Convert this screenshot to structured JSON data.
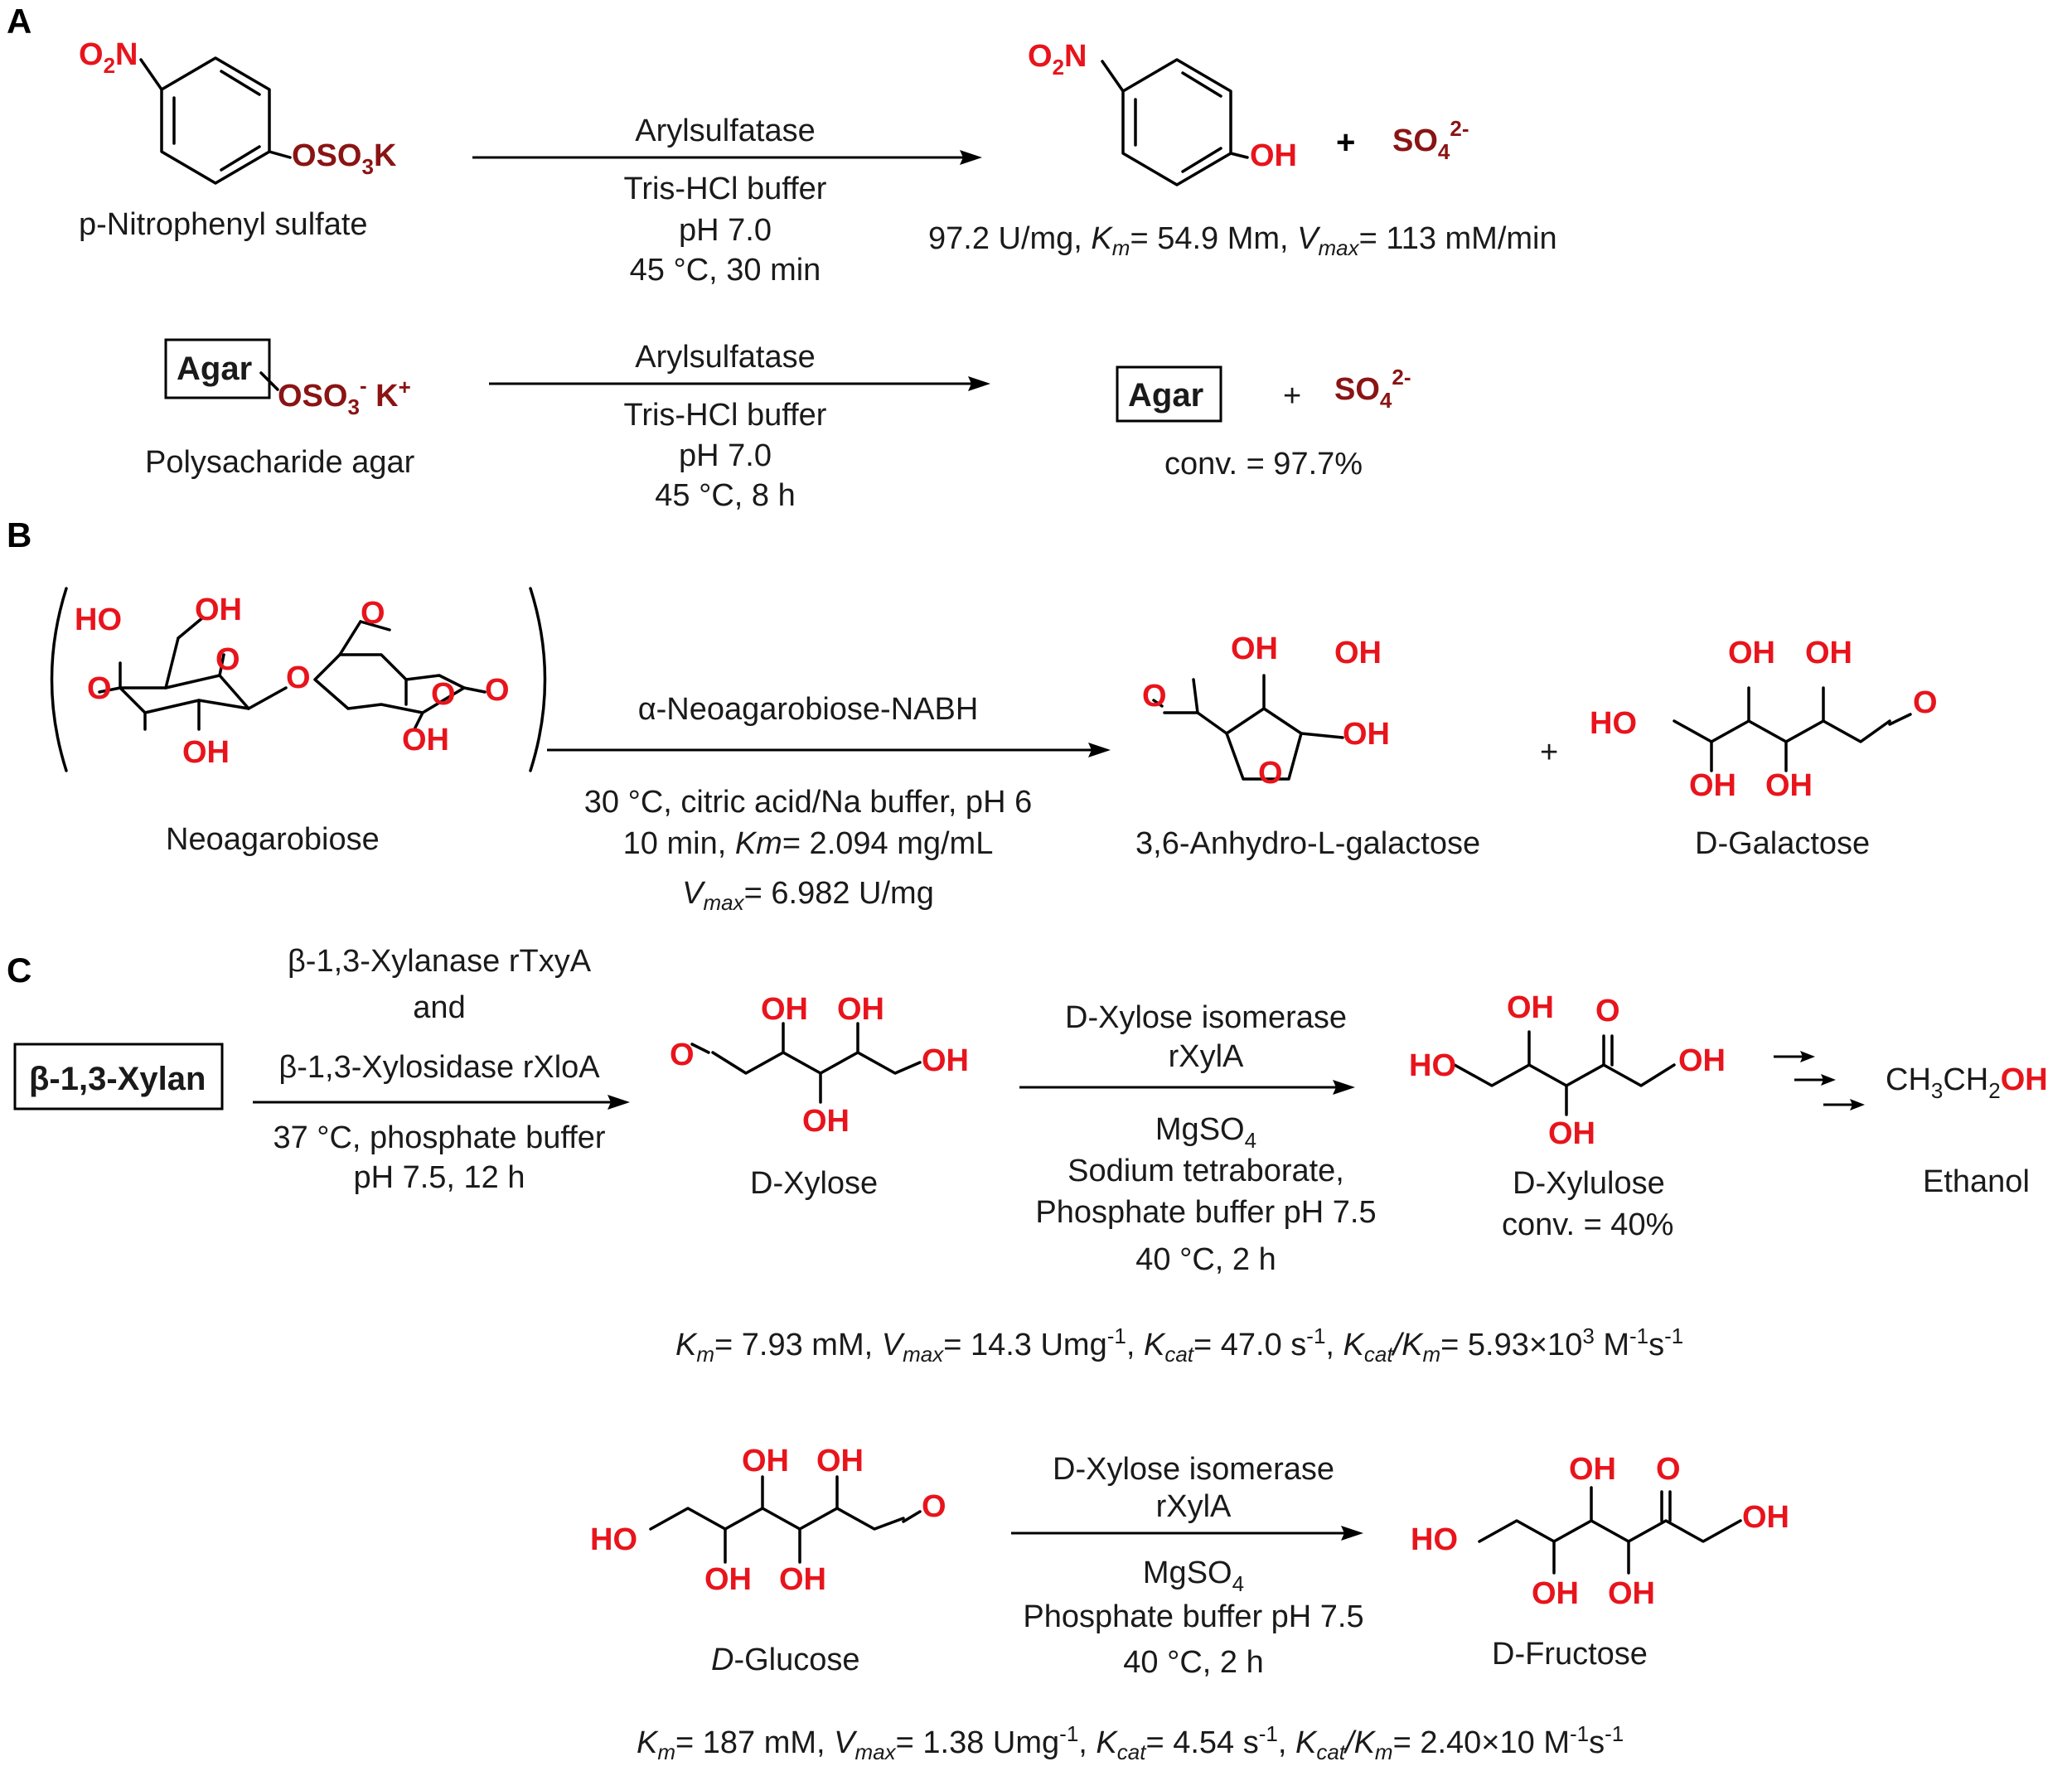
{
  "panels": {
    "a": "A",
    "b": "B",
    "c": "C"
  },
  "colors": {
    "heteroatom": "#e8141c",
    "sulfur_species": "#8a1414",
    "text": "#1a1a1a"
  },
  "a": {
    "r1": {
      "reactant_name": "p-Nitrophenyl sulfate",
      "enzyme": "Arylsulfatase",
      "buffer": "Tris-HCl buffer",
      "ph": "pH 7.0",
      "temp_time": "45 °C, 30 min",
      "kinetics": "97.2 U/mg, Km= 54.9 Mm, Vmax= 113 mM/min",
      "plus": "+"
    },
    "r2": {
      "reactant_box": "Agar",
      "reactant_name": "Polysacharide agar",
      "enzyme": "Arylsulfatase",
      "buffer": "Tris-HCl buffer",
      "ph": "pH 7.0",
      "temp_time": "45 °C, 8 h",
      "product_box": "Agar",
      "plus": "+",
      "conv": "conv. = 97.7%"
    }
  },
  "b": {
    "enzyme": "α-Neoagarobiose-NABH",
    "cond1": "30 °C, citric acid/Na buffer, pH 6",
    "cond2": "10 min, Km= 2.094 mg/mL",
    "cond3": "Vmax= 6.982 U/mg",
    "reactant": "Neoagarobiose",
    "product1": "3,6-Anhydro-L-galactose",
    "product2": "D-Galactose",
    "plus": "+"
  },
  "c": {
    "r1": {
      "substrate": "β-1,3-Xylan",
      "enzyme1": "β-1,3-Xylanase rTxyA",
      "and": "and",
      "enzyme2": "β-1,3-Xylosidase rXloA",
      "cond1": "37 °C, phosphate buffer",
      "cond2": "pH 7.5, 12 h",
      "product1": "D-Xylose",
      "enzyme3": "D-Xylose isomerase",
      "enzyme3b": "rXylA",
      "cond3": "MgSO4",
      "cond4": "Sodium tetraborate,",
      "cond5": "Phosphate buffer pH 7.5",
      "cond6": "40 °C, 2 h",
      "product2": "D-Xylulose",
      "conv": "conv. = 40%",
      "product3": "Ethanol",
      "kinetics": "Km= 7.93 mM, Vmax= 14.3 Umg-1, Kcat= 47.0 s-1, Kcat/Km= 5.93×103 M-1s-1"
    },
    "r2": {
      "substrate": "D-Glucose",
      "enzyme": "D-Xylose isomerase",
      "enzyme_b": "rXylA",
      "cond1": "MgSO4",
      "cond2": "Phosphate buffer pH 7.5",
      "cond3": "40 °C, 2 h",
      "product": "D-Fructose",
      "kinetics": "Km= 187 mM, Vmax= 1.38 Umg-1, Kcat= 4.54 s-1, Kcat/Km= 2.40×10 M-1s-1"
    }
  },
  "atoms": {
    "o2n": "O2N",
    "o2": "O",
    "oh": "OH",
    "o": "O",
    "ho": "HO",
    "oso3k": "OSO3K",
    "oso3": "OSO3",
    "k_plus": "K+",
    "so4": "SO42-",
    "ethanol_formula": "CH3CH2OH"
  }
}
